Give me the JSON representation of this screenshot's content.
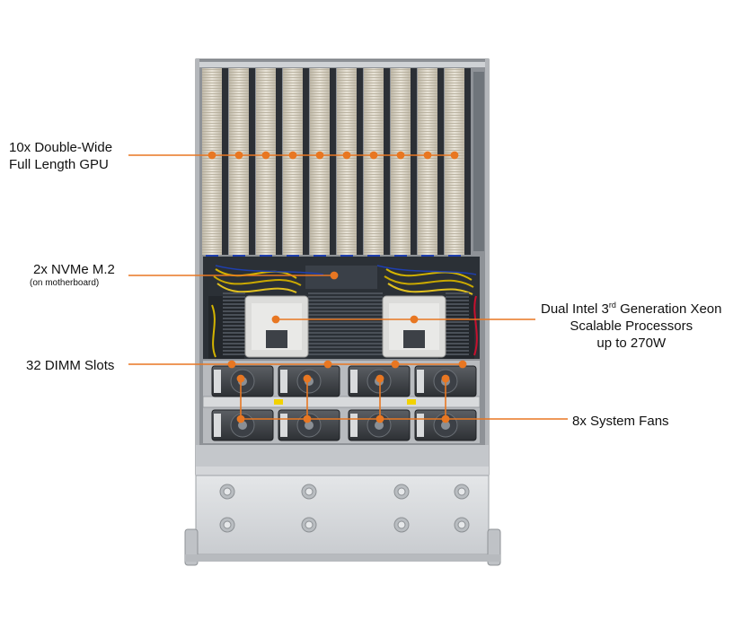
{
  "labels": {
    "gpu": {
      "line1": "10x Double-Wide",
      "line2": "Full Length GPU"
    },
    "nvme": {
      "line1": "2x NVMe M.2",
      "line2": "(on motherboard)"
    },
    "cpu": {
      "line1_pre": "Dual Intel  3",
      "line1_sup": "rd",
      "line1_post": " Generation Xeon",
      "line2": "Scalable Processors",
      "line3": "up to 270W"
    },
    "dimm": "32 DIMM Slots",
    "fans": "8x System Fans"
  },
  "colors": {
    "callout": "#e87722",
    "chassis": "#9a9ea3",
    "heatsink": "#d8d2c4",
    "board": "#2b3036"
  }
}
